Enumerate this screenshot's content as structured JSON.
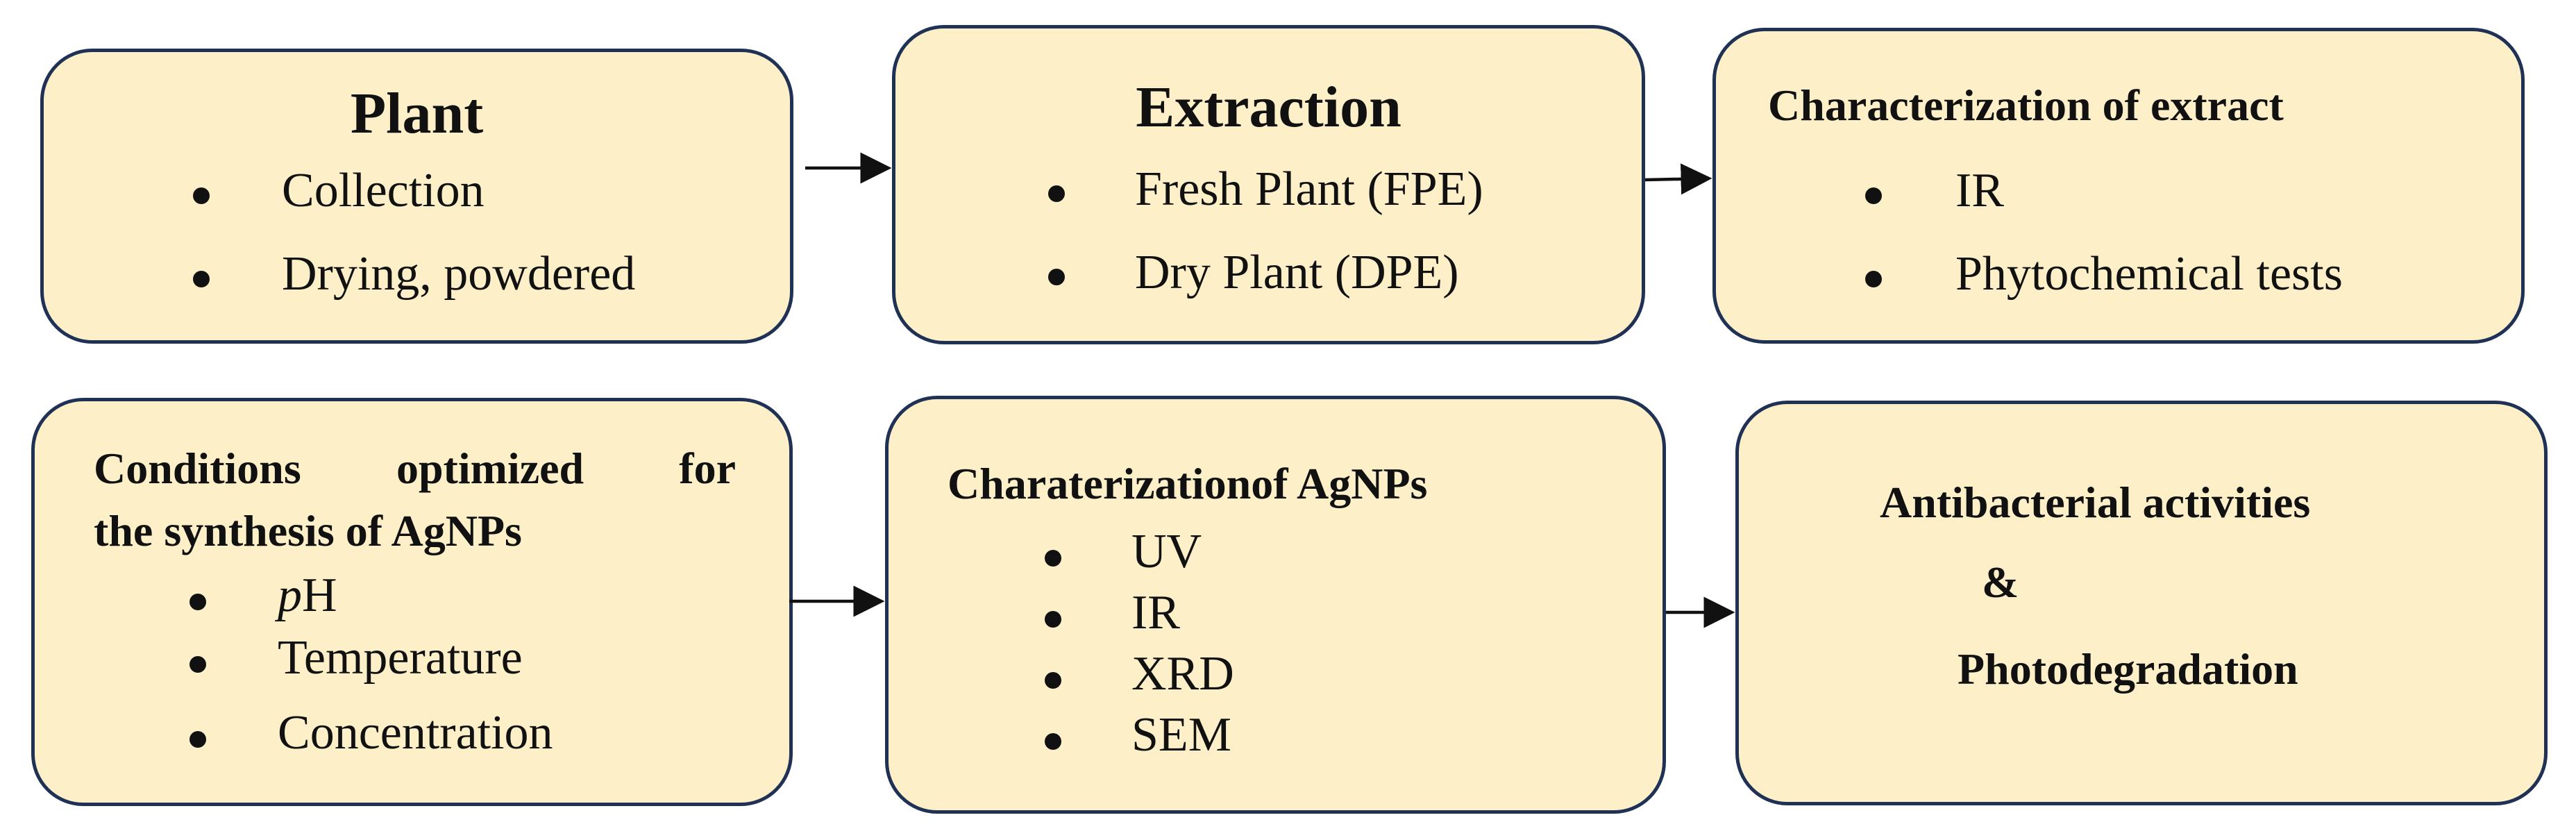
{
  "boxes": {
    "plant": {
      "title": "Plant",
      "items": [
        "Collection",
        "Drying, powdered"
      ]
    },
    "extraction": {
      "title": "Extraction",
      "items": [
        "Fresh Plant (FPE)",
        "Dry Plant (DPE)"
      ]
    },
    "char_extract": {
      "title": "Characterization of extract",
      "items": [
        "IR",
        "Phytochemical tests"
      ]
    },
    "conditions": {
      "title_line1": "Conditions optimized for",
      "title_line2": "the synthesis of AgNPs",
      "items": [
        "H",
        "Temperature",
        "Concentration"
      ],
      "ph_prefix": "p"
    },
    "char_agnps": {
      "title": "Charaterizationof AgNPs",
      "items": [
        "UV",
        "IR",
        "XRD",
        "SEM"
      ]
    },
    "outcomes": {
      "line1": "Antibacterial activities",
      "line2": "&",
      "line3": "Photodegradation"
    }
  },
  "colors": {
    "box_fill": "#fdf0c8",
    "box_border": "#1f3255",
    "arrow": "#111111"
  }
}
